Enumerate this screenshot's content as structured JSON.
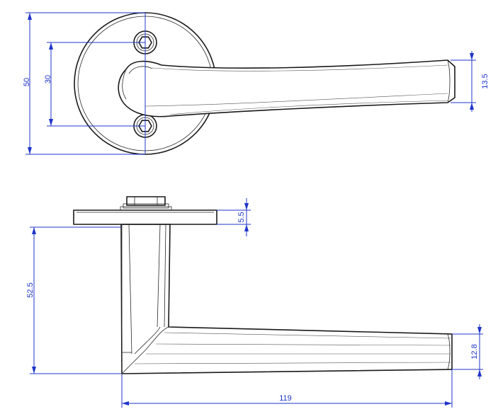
{
  "dimensions": {
    "rose_outer": "50",
    "screw_spacing": "30",
    "handle_end_top": "13.5",
    "rose_thickness": "5.5",
    "neck_height": "52.5",
    "handle_end_side": "12.8",
    "overall_length": "119"
  },
  "colors": {
    "dimension": "#1f35c8",
    "outline": "#1a1a1a"
  }
}
